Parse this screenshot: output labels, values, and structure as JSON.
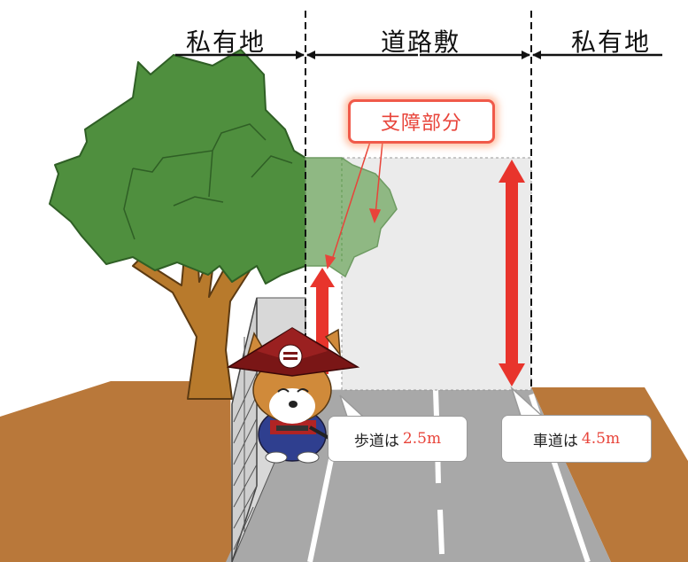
{
  "labels": {
    "private_land_left": "私有地",
    "road_area": "道路敷",
    "private_land_right": "私有地",
    "obstruction": "支障部分"
  },
  "clearances": {
    "sidewalk": {
      "prefix": "歩道は",
      "value": "2.5m",
      "height_m": 2.5
    },
    "roadway": {
      "prefix": "車道は",
      "value": "4.5m",
      "height_m": 4.5
    }
  },
  "colors": {
    "arrow_red": "#e8342c",
    "tree_green": "#4f8f3e",
    "obstruction_green": "#8fb883",
    "trunk_brown": "#b87a2c",
    "ground_brown": "#b9783a",
    "asphalt": "#a9a9a9",
    "callout_border": "#f05a4a"
  }
}
